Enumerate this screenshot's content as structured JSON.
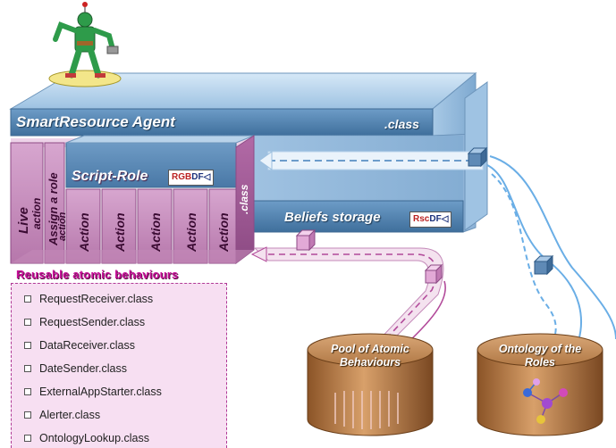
{
  "agent": {
    "title": "SmartResource Agent",
    "class_suffix": ".class"
  },
  "script_role": {
    "title": "Script-Role",
    "badge": {
      "rgb": "RGB",
      "df": "DF"
    },
    "class_suffix": ".class"
  },
  "beliefs": {
    "title": "Beliefs storage",
    "badge": {
      "rsc": "Rsc",
      "df": "DF"
    }
  },
  "roles_column": {
    "live": {
      "main": "Live",
      "sub": "action"
    },
    "assign": {
      "main": "Assign a role",
      "sub": "action"
    },
    "actions": [
      "Action",
      "Action",
      "Action",
      "Action",
      "Action"
    ]
  },
  "reusable": {
    "title": "Reusable atomic behaviours",
    "items": [
      "RequestReceiver.class",
      "RequestSender.class",
      "DataReceiver.class",
      "DateSender.class",
      "ExternalAppStarter.class",
      "Alerter.class",
      "OntologyLookup.class"
    ]
  },
  "databases": {
    "pool": [
      "Pool of Atomic",
      "Behaviours"
    ],
    "ontology": [
      "Ontology of the",
      "Roles"
    ]
  },
  "colors": {
    "agent_blue": "#8fb8dc",
    "agent_blue_dark": "#5e8fba",
    "role_pink": "#c88fbf",
    "role_pink_dark": "#8d4a85",
    "list_bg": "#f7dff2",
    "db_brown": "#c98850"
  },
  "icons": [
    "robot-figure-icon",
    "cube-connector-icon",
    "database-icon"
  ]
}
